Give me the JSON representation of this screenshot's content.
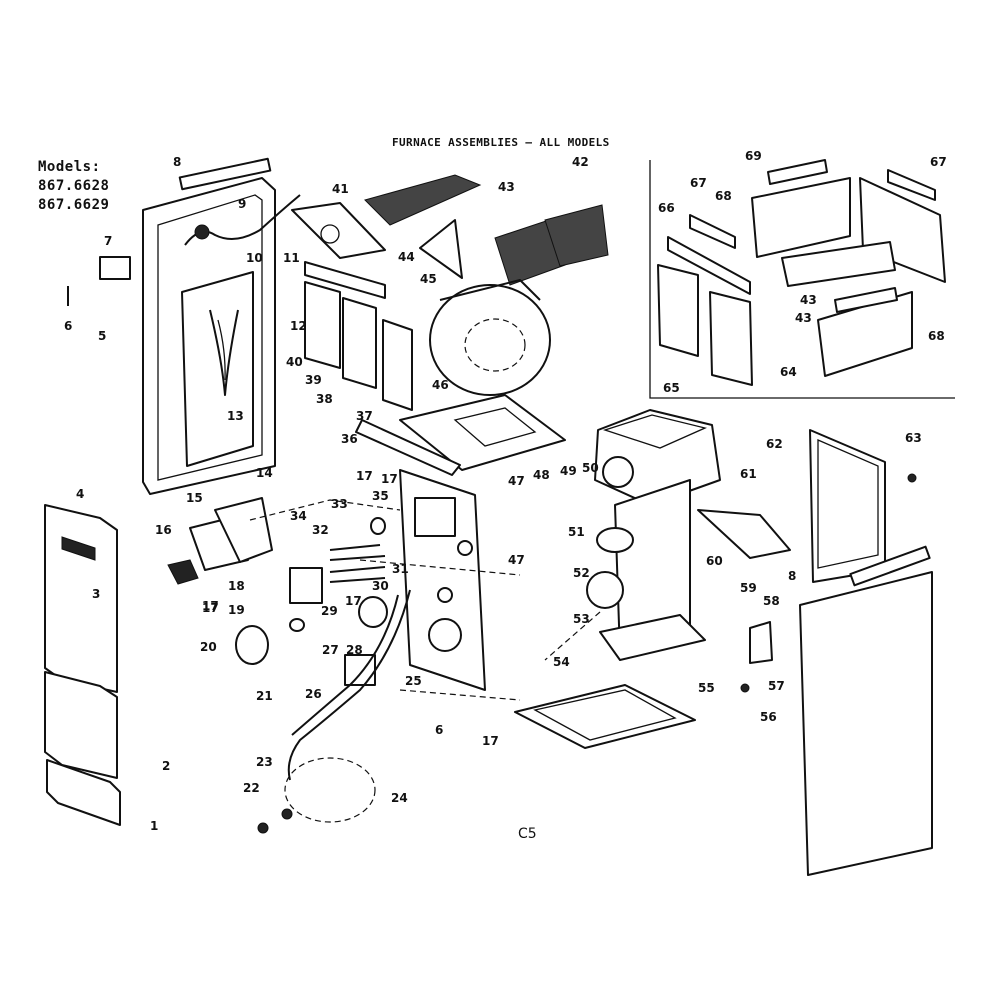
{
  "header": {
    "models_label": "Models:",
    "model_numbers": [
      "867.6628",
      "867.6629"
    ],
    "title": "FURNACE ASSEMBLIES — ALL MODELS"
  },
  "figure_code": "C5",
  "part_callouts": [
    "1",
    "2",
    "3",
    "4",
    "5",
    "6",
    "7",
    "8",
    "9",
    "10",
    "11",
    "12",
    "13",
    "14",
    "15",
    "16",
    "17",
    "18",
    "19",
    "20",
    "21",
    "22",
    "23",
    "24",
    "25",
    "26",
    "27",
    "28",
    "29",
    "30",
    "31",
    "32",
    "33",
    "34",
    "35",
    "36",
    "37",
    "38",
    "39",
    "40",
    "41",
    "42",
    "43",
    "44",
    "45",
    "46",
    "47",
    "48",
    "49",
    "50",
    "51",
    "52",
    "53",
    "54",
    "55",
    "56",
    "57",
    "58",
    "59",
    "60",
    "61",
    "62",
    "63",
    "64",
    "65",
    "66",
    "67",
    "68",
    "69"
  ]
}
